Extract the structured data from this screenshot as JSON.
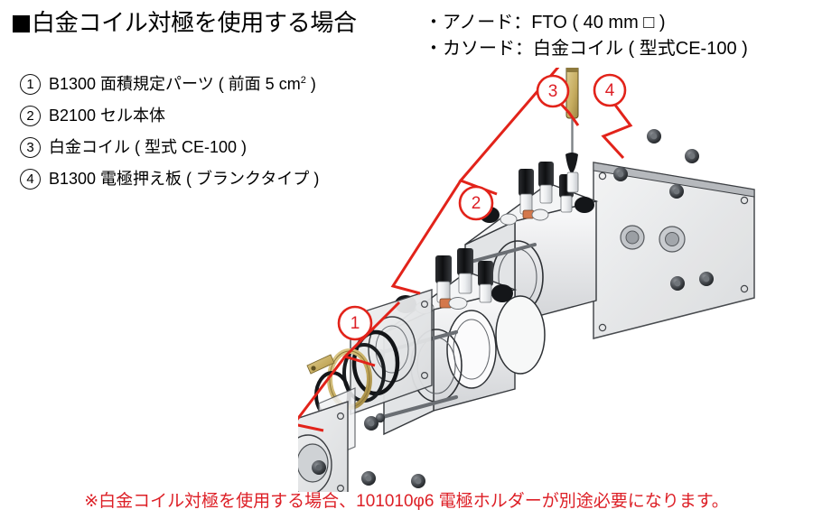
{
  "header": {
    "title": "白金コイル対極を使用する場合",
    "marker": "black-square"
  },
  "specs": {
    "lines": [
      "・アノード：FTO ( 40 mm □ )",
      "・カソード：白金コイル ( 型式CE-100 )"
    ]
  },
  "parts_list": [
    {
      "num": "1",
      "label": "B1300 面積規定パーツ ( 前面 5 cm",
      "sup": "2",
      "label_tail": " )"
    },
    {
      "num": "2",
      "label": "B2100 セル本体",
      "sup": "",
      "label_tail": ""
    },
    {
      "num": "3",
      "label": "白金コイル ( 型式 CE-100 )",
      "sup": "",
      "label_tail": ""
    },
    {
      "num": "4",
      "label": "B1300 電極押え板 ( ブランクタイプ )",
      "sup": "",
      "label_tail": ""
    }
  ],
  "footer": {
    "note": "※白金コイル対極を使用する場合、101010φ6 電極ホルダーが別途必要になります。"
  },
  "diagram": {
    "callouts": [
      {
        "id": "1",
        "label": "1"
      },
      {
        "id": "2",
        "label": "2"
      },
      {
        "id": "3",
        "label": "3"
      },
      {
        "id": "4",
        "label": "4"
      }
    ]
  },
  "colors": {
    "accent_red": "#dd1f26",
    "callout_red": "#e2231a",
    "ink": "#000000",
    "metal_light": "#e9eaec",
    "metal_mid": "#b9bcc0",
    "metal_dark": "#6e7276",
    "brass": "#c9b063",
    "background": "#ffffff"
  }
}
